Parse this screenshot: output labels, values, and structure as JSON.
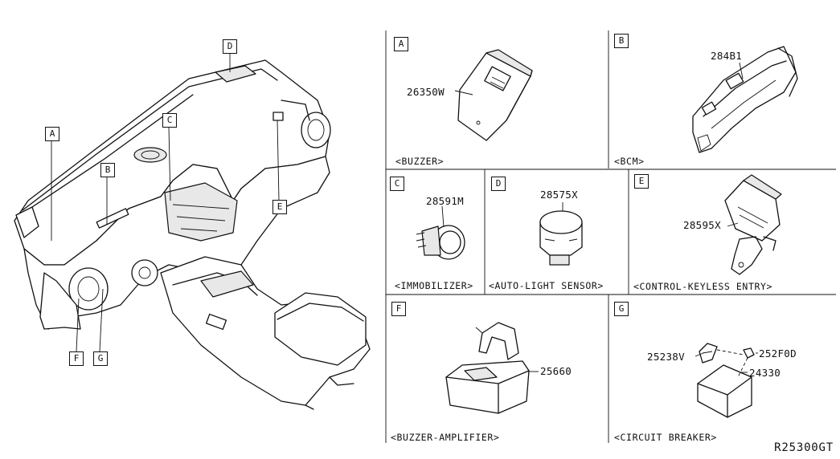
{
  "diagram_id": "R25300GT",
  "overview_callouts": [
    "A",
    "B",
    "C",
    "D",
    "E",
    "F",
    "G"
  ],
  "panels": {
    "A": {
      "letter": "A",
      "part": "26350W",
      "caption": "<BUZZER>"
    },
    "B": {
      "letter": "B",
      "part": "284B1",
      "caption": "<BCM>"
    },
    "C": {
      "letter": "C",
      "part": "28591M",
      "caption": "<IMMOBILIZER>"
    },
    "D": {
      "letter": "D",
      "part": "28575X",
      "caption": "<AUTO-LIGHT SENSOR>"
    },
    "E": {
      "letter": "E",
      "part": "28595X",
      "caption": "<CONTROL-KEYLESS ENTRY>"
    },
    "F": {
      "letter": "F",
      "part": "25660",
      "caption": "<BUZZER-AMPLIFIER>"
    },
    "G": {
      "letter": "G",
      "parts": [
        "25238V",
        "252F0D",
        "24330"
      ],
      "caption": "<CIRCUIT BREAKER>"
    }
  }
}
